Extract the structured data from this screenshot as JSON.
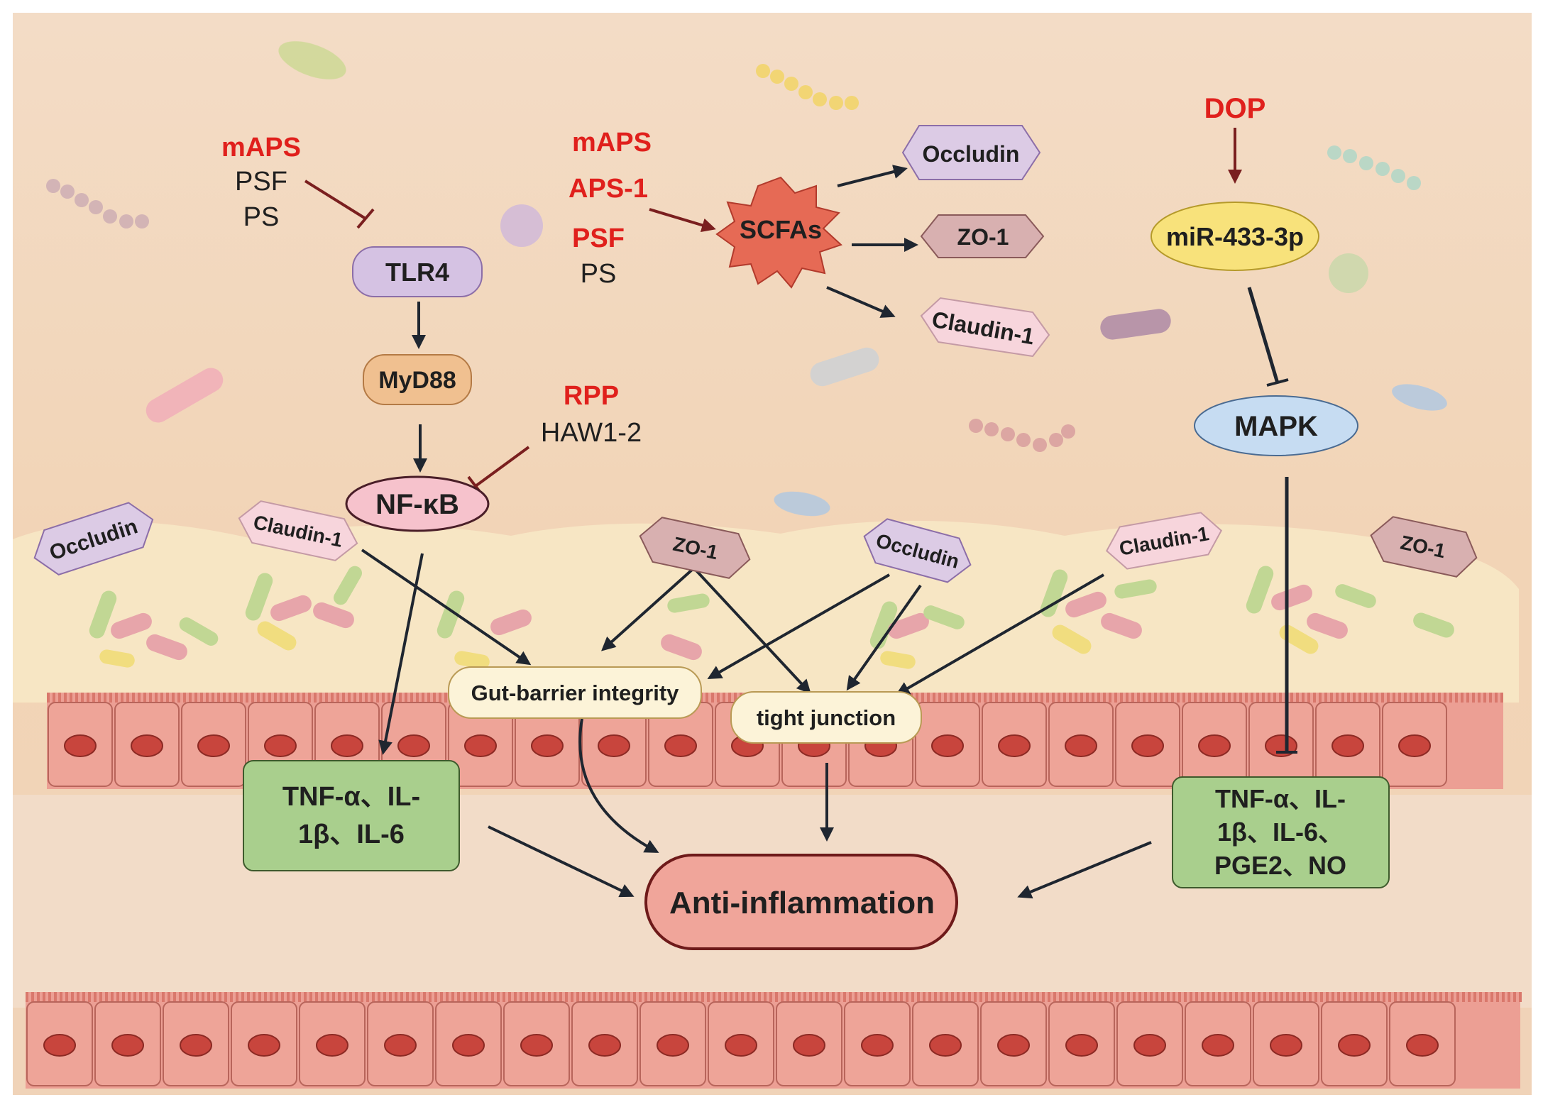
{
  "left_pathway": {
    "inputs": [
      "mAPS",
      "PSF",
      "PS"
    ],
    "tlr4": "TLR4",
    "myd88": "MyD88",
    "nfkb": "NF-κB",
    "inhibitors": [
      "RPP",
      "HAW1-2"
    ]
  },
  "middle_pathway": {
    "inputs": [
      "mAPS",
      "APS-1",
      "PSF",
      "PS"
    ],
    "scfas": "SCFAs",
    "targets": [
      "Occludin",
      "ZO-1",
      "Claudin-1"
    ]
  },
  "right_pathway": {
    "input": "DOP",
    "mirna": "miR-433-3p",
    "mapk": "MAPK"
  },
  "mucus_labels": {
    "occludin_left": "Occludin",
    "claudin_left": "Claudin-1",
    "zo1_mid": "ZO-1",
    "occludin_mid": "Occludin",
    "claudin_right": "Claudin-1",
    "zo1_right": "ZO-1"
  },
  "outcomes": {
    "gut_barrier": "Gut-barrier integrity",
    "tight_junction": "tight junction",
    "cytokines_left": [
      "TNF-α、IL-",
      "1β、IL-6"
    ],
    "cytokines_right": [
      "TNF-α、IL-",
      "1β、IL-6、",
      "PGE2、NO"
    ],
    "final": "Anti-inflammation"
  },
  "colors": {
    "background": "#f3dcc6",
    "mucus": "#f7e6c4",
    "epithelium": "#ec9f94",
    "nucleus": "#c8453d",
    "red_text": "#e0201c",
    "inhibit_line": "#7a1f1f",
    "arrow": "#1f2630",
    "green_box": "#a9cf8d",
    "final_box": "#f0a59a"
  }
}
